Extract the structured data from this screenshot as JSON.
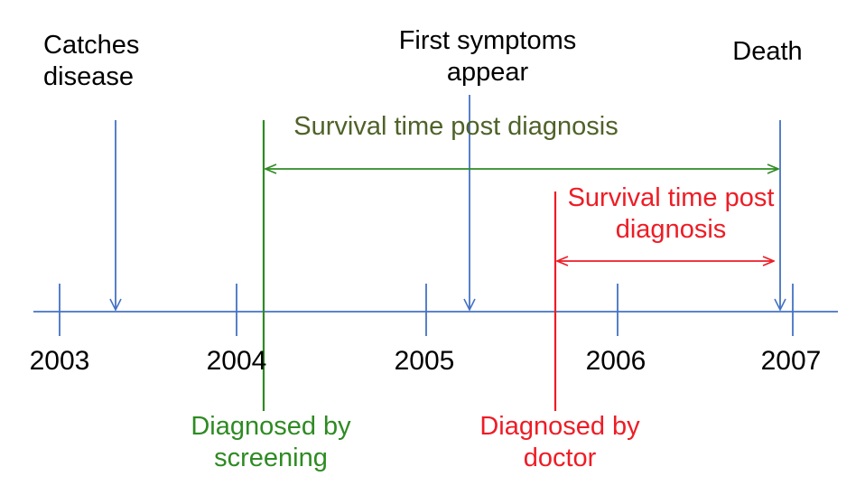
{
  "timeline": {
    "years": [
      "2003",
      "2004",
      "2005",
      "2006",
      "2007"
    ]
  },
  "events": {
    "catches_disease": "Catches\ndisease",
    "first_symptoms": "First symptoms\nappear",
    "death": "Death"
  },
  "diagnoses": {
    "screening": "Diagnosed by\nscreening",
    "doctor": "Diagnosed by\ndoctor"
  },
  "spans": {
    "screening_survival": "Survival time post diagnosis",
    "doctor_survival": "Survival time post\ndiagnosis"
  },
  "colors": {
    "axis": "#4472C4",
    "screening": "#2E8B22",
    "screening_text": "#4F6228",
    "doctor": "#EE1C25",
    "text": "#000000"
  }
}
